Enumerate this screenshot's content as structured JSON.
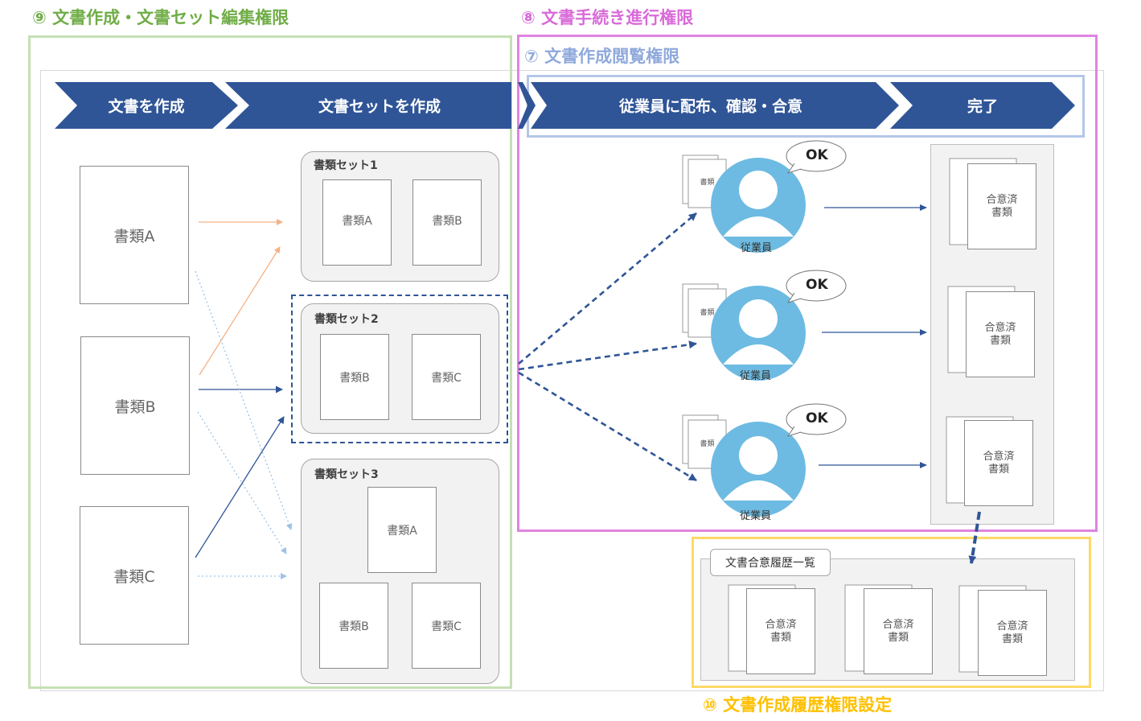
{
  "titles": {
    "create_edit": "⑨ 文書作成・文書セット編集権限",
    "proceed": "⑧ 文書手続き進行権限",
    "view": "⑦ 文書作成閲覧権限",
    "history": "⑩ 文書作成履歴権限設定"
  },
  "steps": [
    "文書を作成",
    "文書セットを作成",
    "従業員に配布、確認・合意",
    "完了"
  ],
  "docs": [
    "書類A",
    "書類B",
    "書類C"
  ],
  "sets": [
    {
      "label": "書類セット1",
      "docs": [
        "書類A",
        "書類B"
      ]
    },
    {
      "label": "書類セット2",
      "docs": [
        "書類B",
        "書類C"
      ]
    },
    {
      "label": "書類セット3",
      "docs": [
        "書類A",
        "書類B",
        "書類C"
      ]
    }
  ],
  "employee": {
    "label": "従業員",
    "doc_label": "書類",
    "reply": "OK"
  },
  "agreed_doc": "合意済\n書類",
  "history": {
    "label": "文書合意履歴一覧"
  },
  "colors": {
    "green": "#70ad47",
    "green_frame": "#c5e0b4",
    "magenta": "#e083e0",
    "magenta_text": "#d96ad9",
    "blue_title": "#8fa9db",
    "blue_frame": "#b4c7e7",
    "gold": "#ffc000",
    "gold_frame": "#ffd966",
    "step_fill": "#2f5597",
    "person": "#6dbbe2",
    "arrow_orange": "#f4b183",
    "arrow_blue": "#2f5597",
    "arrow_light": "#9dc3e6"
  }
}
